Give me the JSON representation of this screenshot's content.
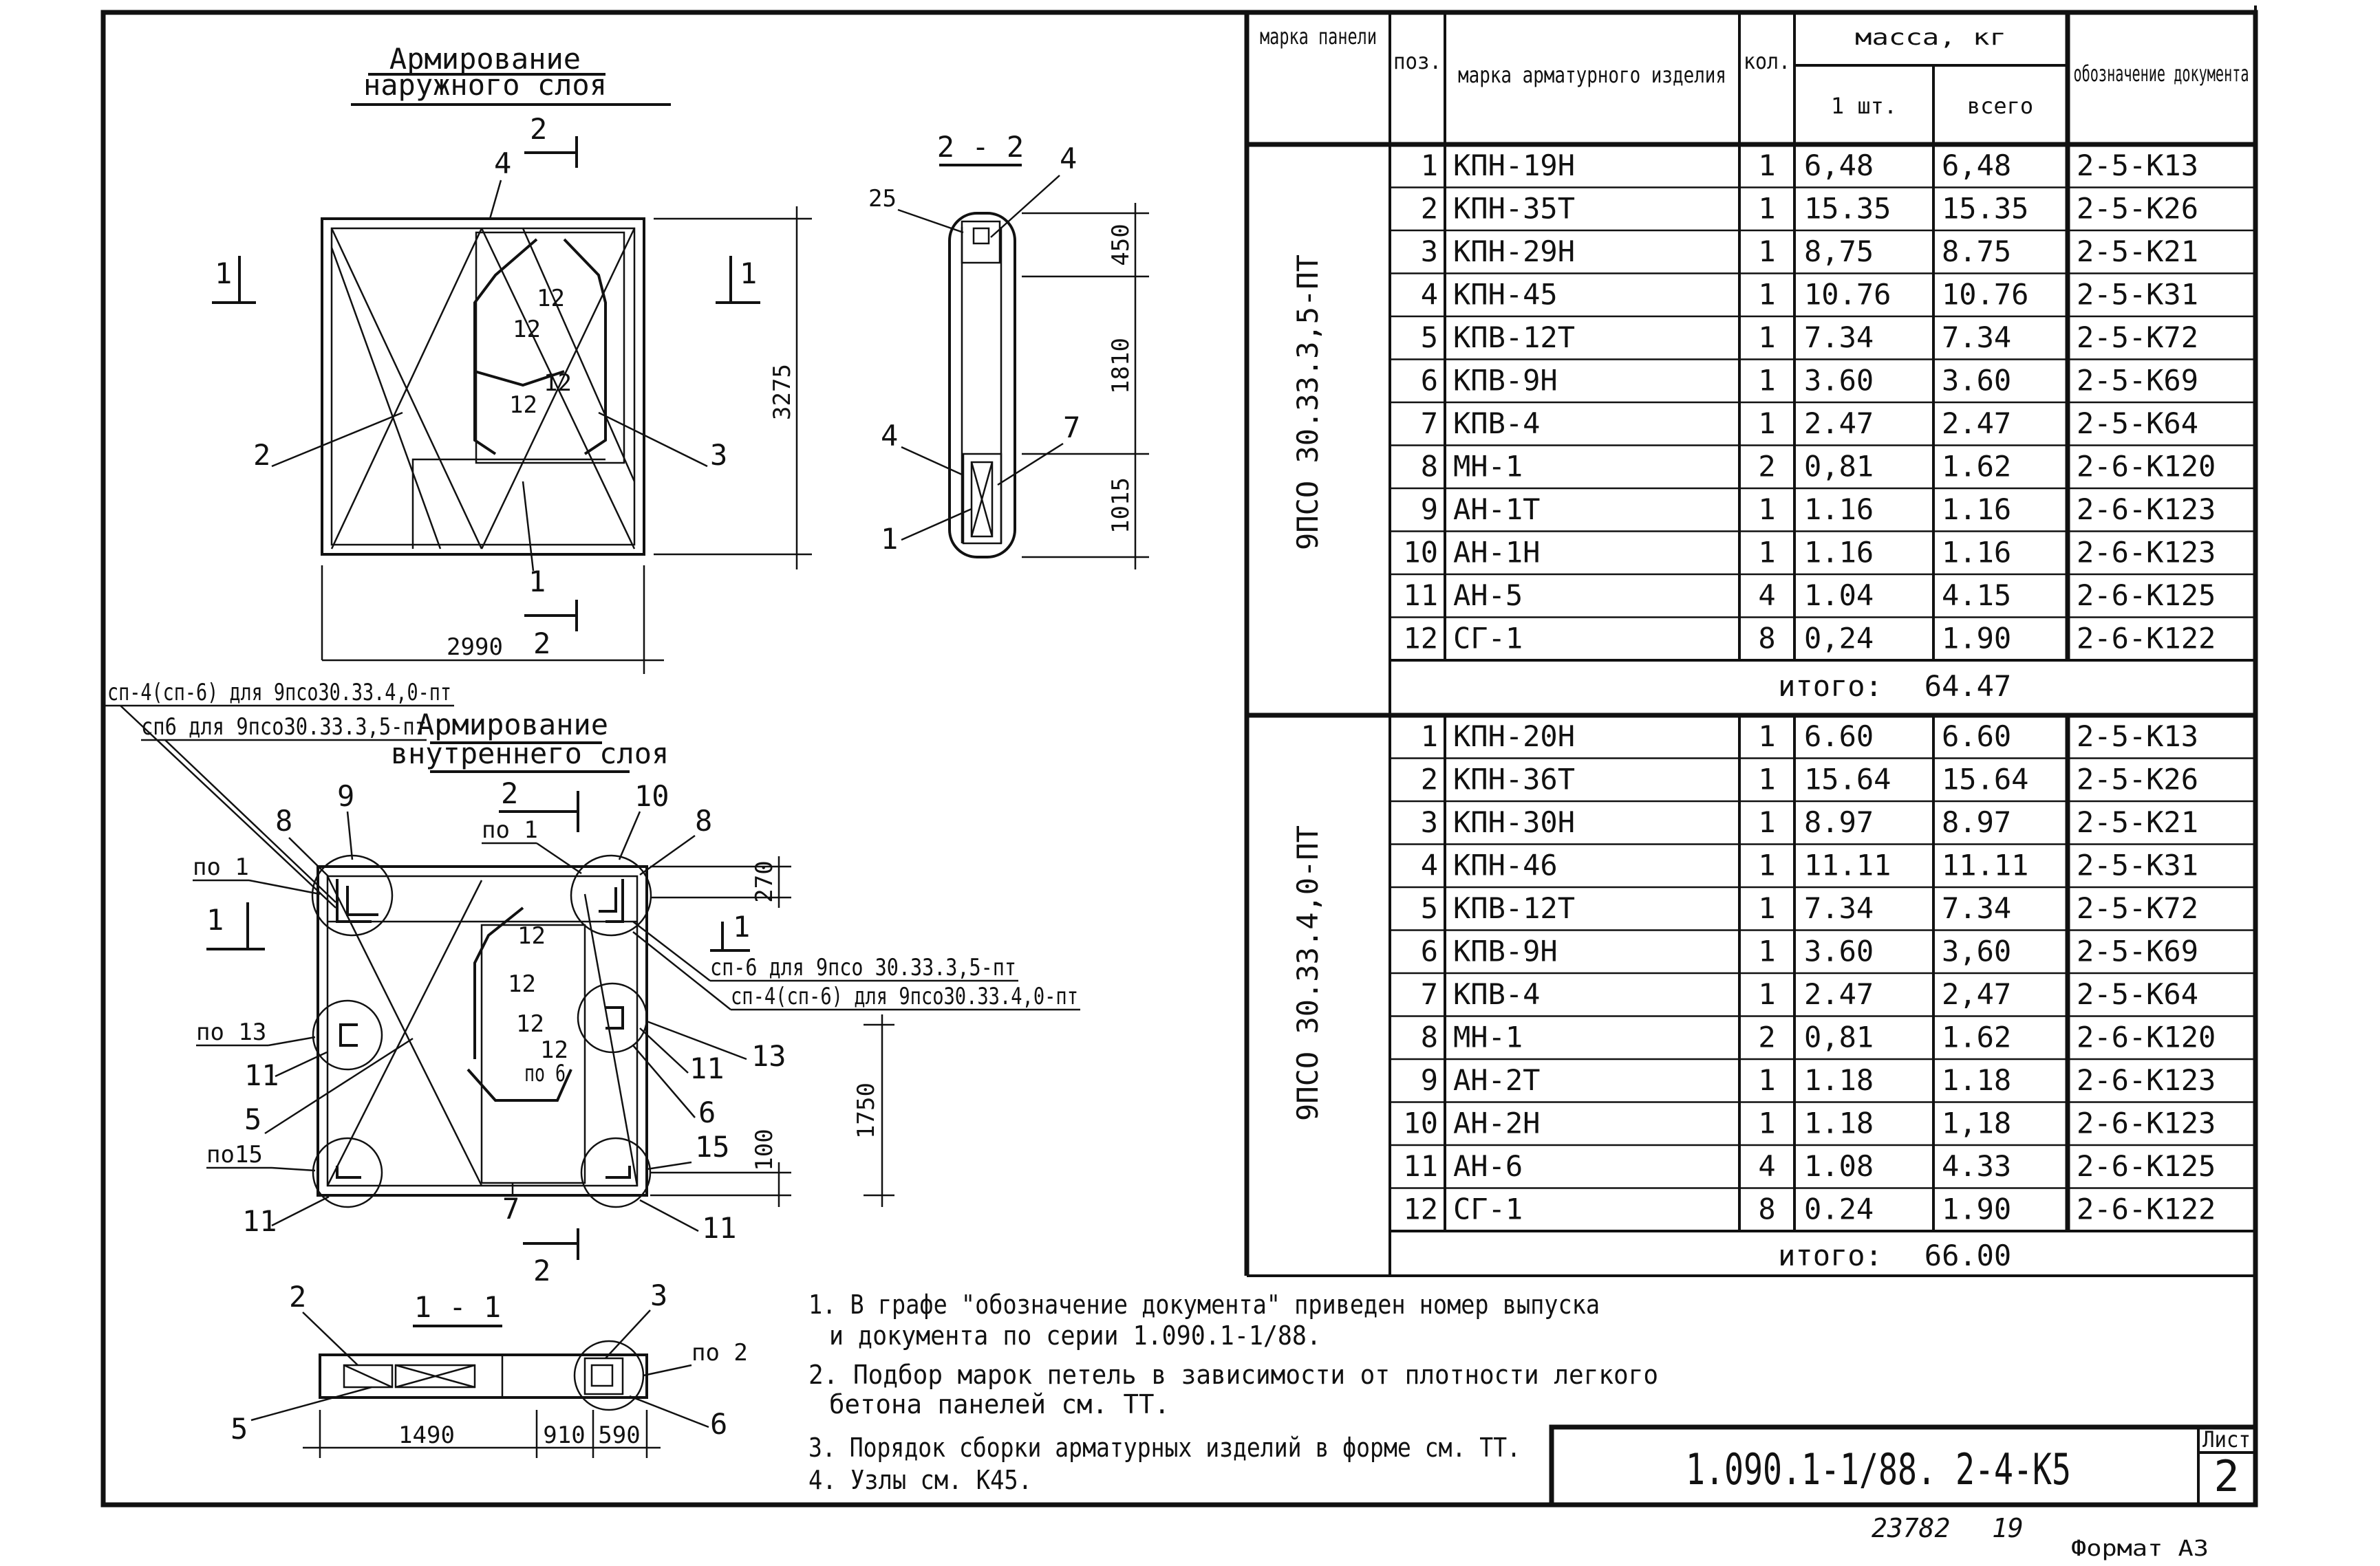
{
  "drawing": {
    "outer_title_1": "Армирование",
    "outer_title_2": "наружного слоя",
    "inner_title_1": "Армирование",
    "inner_title_2": "внутреннего слоя",
    "section_22": "2 - 2",
    "section_11": "1 - 1",
    "cut_1": "1",
    "cut_2": "2",
    "leader_sp4_a": "сп-4(сп-6) для 9псо30.33.4,0-пт",
    "leader_sp6_a": "сп6 для 9псо30.33.3,5-пт",
    "leader_sp6_b": "сп-6 для 9псо 30.33.3,5-пт",
    "leader_sp4_b": "сп-4(сп-6) для 9псо30.33.4,0-пт",
    "dims": {
      "width_outer": "2990",
      "height_outer": "3275",
      "d450": "450",
      "d1810": "1810",
      "d1015": "1015",
      "d270": "270",
      "d1750": "1750",
      "d100": "100",
      "d1490": "1490",
      "d910": "910",
      "d590": "590"
    },
    "nodes": {
      "po1a": "по 1",
      "po1b": "по 1",
      "po13": "по 13",
      "po15": "по15",
      "po6": "по 6",
      "po2": "по 2"
    },
    "pos": {
      "p1": "1",
      "p2": "2",
      "p3": "3",
      "p4": "4",
      "p5": "5",
      "p6": "6",
      "p7": "7",
      "p8": "8",
      "p9": "9",
      "p10": "10",
      "p11": "11",
      "p12": "12",
      "p13": "13",
      "p15": "15",
      "p25": "25"
    }
  },
  "table": {
    "headers": {
      "panel_mark": "марка панели",
      "pos": "поз.",
      "item_mark": "марка арматурного изделия",
      "qty": "кол.",
      "mass": "масса, кг",
      "mass_one": "1 шт.",
      "mass_total": "всего",
      "doc": "обозначение документа"
    },
    "groups": [
      {
        "panel": "9ПСО 30.33.3,5-ПТ",
        "rows": [
          {
            "pos": "1",
            "mark": "КПН-19Н",
            "qty": "1",
            "one": "6,48",
            "total": "6,48",
            "doc": "2-5-К13"
          },
          {
            "pos": "2",
            "mark": "КПН-35Т",
            "qty": "1",
            "one": "15.35",
            "total": "15.35",
            "doc": "2-5-К26"
          },
          {
            "pos": "3",
            "mark": "КПН-29Н",
            "qty": "1",
            "one": "8,75",
            "total": "8.75",
            "doc": "2-5-К21"
          },
          {
            "pos": "4",
            "mark": "КПН-45",
            "qty": "1",
            "one": "10.76",
            "total": "10.76",
            "doc": "2-5-К31"
          },
          {
            "pos": "5",
            "mark": "КПВ-12Т",
            "qty": "1",
            "one": "7.34",
            "total": "7.34",
            "doc": "2-5-К72"
          },
          {
            "pos": "6",
            "mark": "КПВ-9Н",
            "qty": "1",
            "one": "3.60",
            "total": "3.60",
            "doc": "2-5-К69"
          },
          {
            "pos": "7",
            "mark": "КПВ-4",
            "qty": "1",
            "one": "2.47",
            "total": "2.47",
            "doc": "2-5-К64"
          },
          {
            "pos": "8",
            "mark": "МН-1",
            "qty": "2",
            "one": "0,81",
            "total": "1.62",
            "doc": "2-6-К120"
          },
          {
            "pos": "9",
            "mark": "АН-1Т",
            "qty": "1",
            "one": "1.16",
            "total": "1.16",
            "doc": "2-6-К123"
          },
          {
            "pos": "10",
            "mark": "АН-1Н",
            "qty": "1",
            "one": "1.16",
            "total": "1.16",
            "doc": "2-6-К123"
          },
          {
            "pos": "11",
            "mark": "АН-5",
            "qty": "4",
            "one": "1.04",
            "total": "4.15",
            "doc": "2-6-К125"
          },
          {
            "pos": "12",
            "mark": "СГ-1",
            "qty": "8",
            "one": "0,24",
            "total": "1.90",
            "doc": "2-6-К122"
          }
        ],
        "total_label": "итого:",
        "total_value": "64.47"
      },
      {
        "panel": "9ПСО 30.33.4,0-ПТ",
        "rows": [
          {
            "pos": "1",
            "mark": "КПН-20Н",
            "qty": "1",
            "one": "6.60",
            "total": "6.60",
            "doc": "2-5-К13"
          },
          {
            "pos": "2",
            "mark": "КПН-36Т",
            "qty": "1",
            "one": "15.64",
            "total": "15.64",
            "doc": "2-5-К26"
          },
          {
            "pos": "3",
            "mark": "КПН-30Н",
            "qty": "1",
            "one": "8.97",
            "total": "8.97",
            "doc": "2-5-К21"
          },
          {
            "pos": "4",
            "mark": "КПН-46",
            "qty": "1",
            "one": "11.11",
            "total": "11.11",
            "doc": "2-5-К31"
          },
          {
            "pos": "5",
            "mark": "КПВ-12Т",
            "qty": "1",
            "one": "7.34",
            "total": "7.34",
            "doc": "2-5-К72"
          },
          {
            "pos": "6",
            "mark": "КПВ-9Н",
            "qty": "1",
            "one": "3.60",
            "total": "3,60",
            "doc": "2-5-К69"
          },
          {
            "pos": "7",
            "mark": "КПВ-4",
            "qty": "1",
            "one": "2.47",
            "total": "2,47",
            "doc": "2-5-К64"
          },
          {
            "pos": "8",
            "mark": "МН-1",
            "qty": "2",
            "one": "0,81",
            "total": "1.62",
            "doc": "2-6-К120"
          },
          {
            "pos": "9",
            "mark": "АН-2Т",
            "qty": "1",
            "one": "1.18",
            "total": "1.18",
            "doc": "2-6-К123"
          },
          {
            "pos": "10",
            "mark": "АН-2Н",
            "qty": "1",
            "one": "1.18",
            "total": "1,18",
            "doc": "2-6-К123"
          },
          {
            "pos": "11",
            "mark": "АН-6",
            "qty": "4",
            "one": "1.08",
            "total": "4.33",
            "doc": "2-6-К125"
          },
          {
            "pos": "12",
            "mark": "СГ-1",
            "qty": "8",
            "one": "0.24",
            "total": "1.90",
            "doc": "2-6-К122"
          }
        ],
        "total_label": "итого:",
        "total_value": "66.00"
      }
    ]
  },
  "notes": {
    "n1a": "1. В графе \"обозначение документа\" приведен номер выпуска",
    "n1b": "и документа по серии 1.090.1-1/88.",
    "n2a": "2. Подбор марок петель в зависимости от плотности легкого",
    "n2b": "бетона панелей см. ТТ.",
    "n3": "3. Порядок сборки арматурных изделий в форме см. ТТ.",
    "n4": "4. Узлы см. К45."
  },
  "stamp": {
    "designation": "1.090.1-1/88. 2-4-К5",
    "sheet_label": "Лист",
    "sheet_no": "2"
  },
  "footer": {
    "number": "23782",
    "sub": "19",
    "format": "Формат А3"
  }
}
